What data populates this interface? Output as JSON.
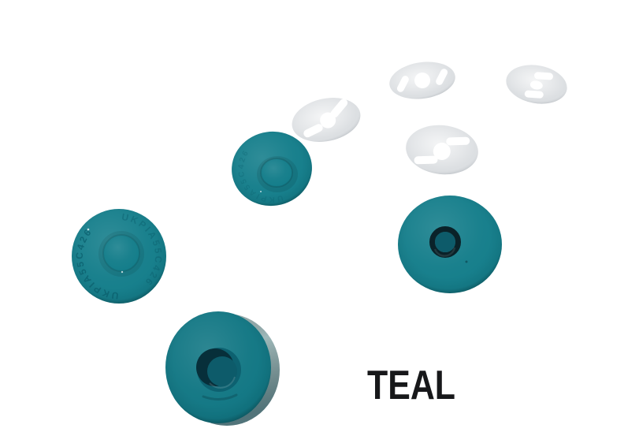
{
  "colors": {
    "background": "#ffffff",
    "teal_base": "#137d8a",
    "teal_face_bottom": "#107683",
    "teal_deep": "#0d6170",
    "teal_inner": "#0d5b6a",
    "recess_shadow": "#072f3a",
    "ring_black": "#0a2229",
    "emboss_text": "#0b5f6d",
    "side_edge": "#9eb9ba",
    "washer_silver": "#dcdfe2",
    "hole_white": "#ffffff",
    "label_black": "#17181a"
  },
  "label": {
    "text": "TEAL"
  },
  "product": {
    "embossed_text": "UKPIA55C426",
    "items": [
      {
        "name": "magnetic-snap-male-left"
      },
      {
        "name": "magnetic-snap-male-upper"
      },
      {
        "name": "magnetic-snap-female-right"
      },
      {
        "name": "magnetic-snap-female-bottom"
      },
      {
        "name": "washer-upper-left"
      },
      {
        "name": "washer-top-middle"
      },
      {
        "name": "washer-top-right"
      },
      {
        "name": "washer-middle"
      }
    ]
  }
}
